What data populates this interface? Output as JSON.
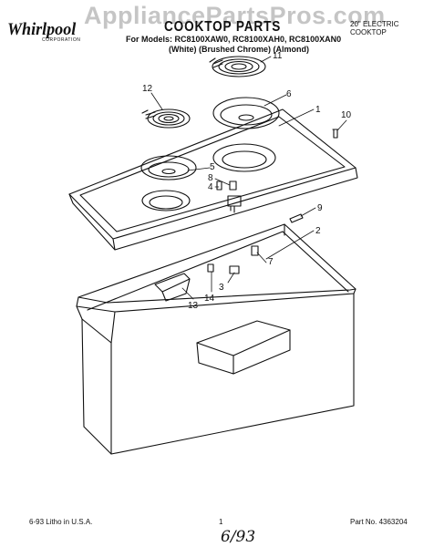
{
  "watermark": "AppliancePartsPros.com",
  "brand": {
    "name": "Whirlpool",
    "sub": "CORPORATION"
  },
  "header": {
    "title": "COOKTOP PARTS",
    "models": "For Models: RC8100XAW0, RC8100XAH0, RC8100XAN0",
    "finishes": "(White)   (Brushed Chrome)   (Almond)",
    "type_line1": "20\" ELECTRIC",
    "type_line2": "COOKTOP"
  },
  "callouts": [
    "1",
    "2",
    "3",
    "4",
    "5",
    "6",
    "7",
    "8",
    "9",
    "10",
    "11",
    "12",
    "13",
    "14"
  ],
  "footer": {
    "left": "6-93   Litho in U.S.A.",
    "page": "1",
    "right": "Part No. 4363204",
    "handwritten": "6/93"
  },
  "colors": {
    "line": "#111111",
    "watermark": "#969696"
  }
}
